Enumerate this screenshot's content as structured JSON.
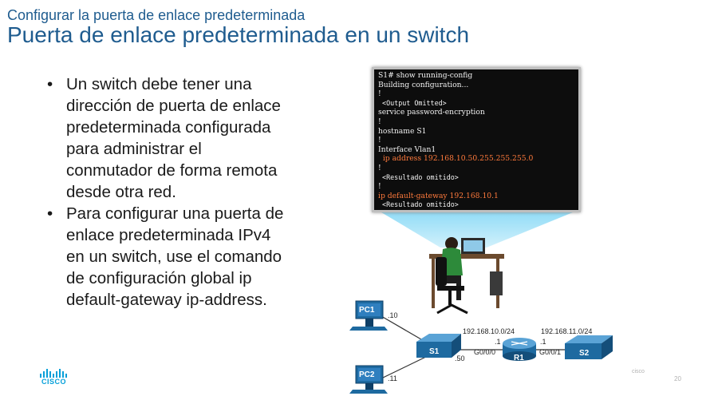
{
  "header": {
    "subtitle": "Configurar la puerta de enlace predeterminada",
    "title": "Puerta de enlace predeterminada en un switch"
  },
  "bullets": [
    "Un switch debe tener una dirección de puerta de enlace predeterminada configurada para administrar el conmutador de forma remota desde otra red.",
    "Para configurar una puerta de enlace predeterminada IPv4 en un switch, use el comando de configuración global ip default-gateway ip-address."
  ],
  "terminal": {
    "lines": [
      "S1# show running-config",
      "Building configuration...",
      "!",
      " <Output Omitted>",
      "service password-encryption",
      "!",
      "hostname S1",
      "!",
      "Interface Vlan1",
      "  ip address 192.168.10.50.255.255.255.0",
      "!",
      " <Resultado omitido>",
      "!",
      "ip default-gateway 192.168.10.1",
      " <Resultado omitido>"
    ]
  },
  "topology": {
    "pc1": "PC1",
    "pc2": "PC2",
    "pc1_host": ".10",
    "pc2_host": ".11",
    "s1": "S1",
    "s1_host": ".50",
    "r1": "R1",
    "s2": "S2",
    "net1": "192.168.10.0/24",
    "net2": "192.168.11.0/24",
    "r1_left_host": ".1",
    "r1_right_host": ".1",
    "r1_left_if": "G0/0/0",
    "r1_right_if": "G0/0/1"
  },
  "footer": {
    "logo_text": "CISCO",
    "small_text": "cisco",
    "page_number": "20"
  },
  "colors": {
    "title": "#1f5c8f",
    "highlight": "#ff7a3c",
    "device": "#1e6aa0",
    "cisco_blue": "#049fd9"
  }
}
